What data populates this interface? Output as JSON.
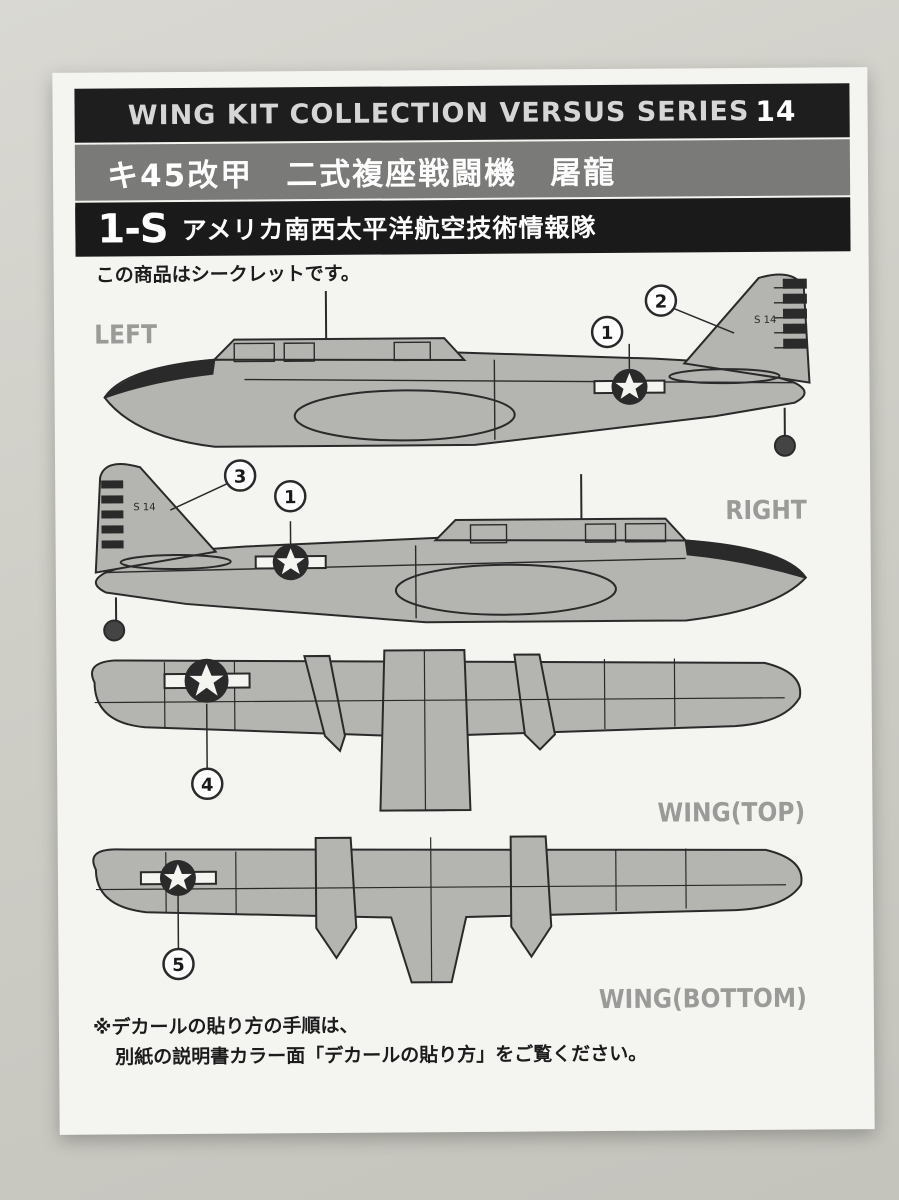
{
  "header": {
    "series": "WING KIT COLLECTION VERSUS SERIES",
    "series_number": "14",
    "title": "キ45改甲　二式複座戦闘機　屠龍",
    "variant_code": "1-S",
    "unit": "アメリカ南西太平洋航空技術情報隊"
  },
  "note_secret": "この商品はシークレットです。",
  "views": {
    "left": "LEFT",
    "right": "RIGHT",
    "wing_top": "WING(TOP)",
    "wing_bottom": "WING(BOTTOM)"
  },
  "decals": {
    "d1a": "1",
    "d1b": "1",
    "d2": "2",
    "d3": "3",
    "d4": "4",
    "d5": "5"
  },
  "tail_marking": "S 14",
  "footer": {
    "line1": "※デカールの貼り方の手順は、",
    "line2": "別紙の説明書カラー面「デカールの貼り方」をご覧ください。"
  },
  "colors": {
    "aircraft_fill": "#b4b4b1",
    "line": "#2a2a2a",
    "header_dark": "#1e1e1e",
    "header_mid": "#7a7a78"
  }
}
